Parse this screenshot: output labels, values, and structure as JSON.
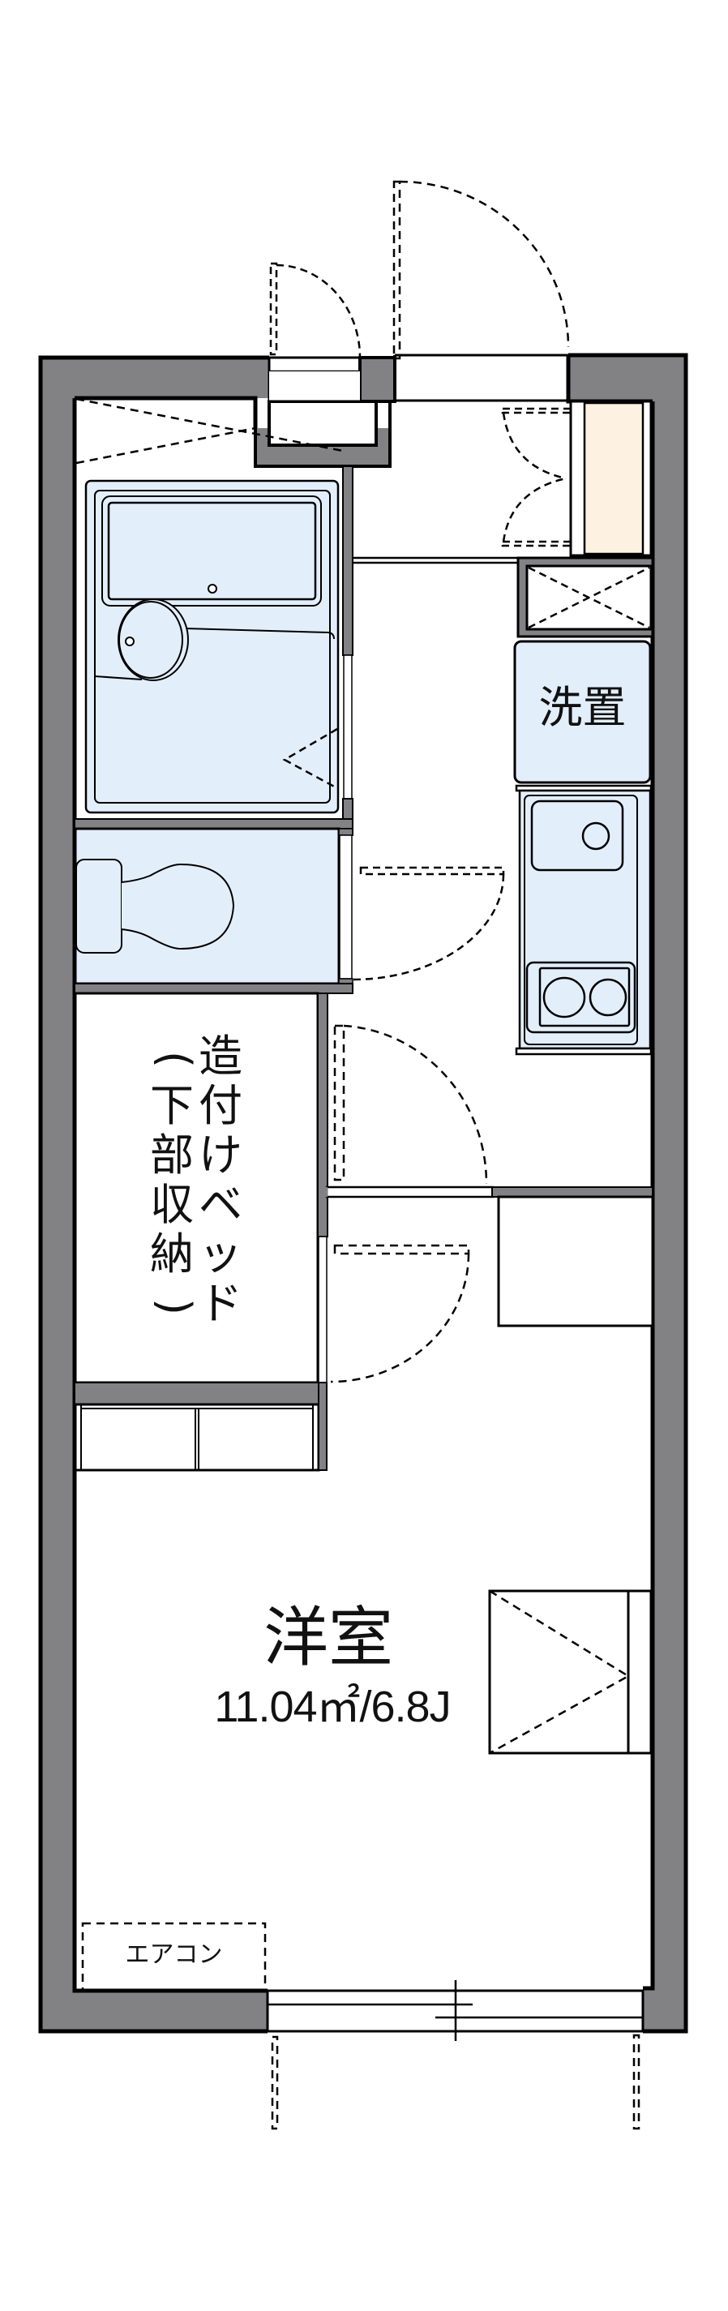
{
  "floor_plan": {
    "rooms": [
      {
        "id": "western_room",
        "label": "洋室",
        "area": "11.04㎡/6.8J"
      },
      {
        "id": "washer",
        "label": "洗置"
      },
      {
        "id": "closet",
        "label_main": [
          "造",
          "付",
          "け",
          "ベ",
          "ッ",
          "ド"
        ],
        "label_sub": [
          "(",
          "下",
          "部",
          "収",
          "納",
          ")"
        ]
      },
      {
        "id": "air_conditioner",
        "label": "エアコン"
      }
    ],
    "fixtures": [
      "unit-bath",
      "toilet",
      "kitchen-sink",
      "two-burner-stove",
      "shoe-cabinet",
      "refrigerator-space",
      "built-in-bed",
      "shelf"
    ],
    "colors": {
      "wall": "#828285",
      "wet_area": "#e3eefb",
      "shoe_cabinet": "#fdf2e1",
      "line": "#000000",
      "background": "#ffffff"
    }
  }
}
